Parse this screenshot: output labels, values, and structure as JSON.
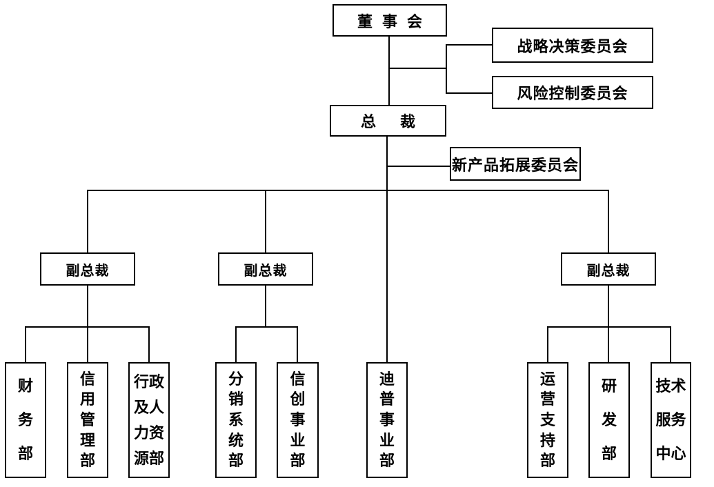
{
  "colors": {
    "background": "#ffffff",
    "line": "#000000",
    "box_border": "#000000",
    "box_fill": "#ffffff",
    "text": "#000000"
  },
  "org_chart": {
    "top": {
      "board": "董事会"
    },
    "committees": {
      "strategy": "战略决策委员会",
      "risk": "风险控制委员会",
      "new_product": "新产品拓展委员会"
    },
    "executives": {
      "president": "总裁",
      "vp_left": "副总裁",
      "vp_middle": "副总裁",
      "vp_right": "副总裁"
    },
    "departments": {
      "finance": {
        "name": "财务部",
        "lines": [
          "财",
          "务",
          "部"
        ]
      },
      "credit_management": {
        "name": "信用管理部",
        "lines": [
          "信",
          "用",
          "管",
          "理",
          "部"
        ]
      },
      "admin_hr": {
        "name": "行政及人力资源部",
        "lines": [
          "行政",
          "及人",
          "力资",
          "源部"
        ]
      },
      "distribution_system": {
        "name": "分销系统部",
        "lines": [
          "分",
          "销",
          "系",
          "统",
          "部"
        ]
      },
      "xinchuang_business": {
        "name": "信创事业部",
        "lines": [
          "信",
          "创",
          "事",
          "业",
          "部"
        ]
      },
      "dipu_business": {
        "name": "迪普事业部",
        "lines": [
          "迪",
          "普",
          "事",
          "业",
          "部"
        ]
      },
      "operations_support": {
        "name": "运营支持部",
        "lines": [
          "运",
          "营",
          "支",
          "持",
          "部"
        ]
      },
      "rnd": {
        "name": "研发部",
        "lines": [
          "研",
          "发",
          "部"
        ]
      },
      "tech_service_center": {
        "name": "技术服务中心",
        "lines": [
          "技术",
          "服务",
          "中心"
        ]
      }
    }
  }
}
